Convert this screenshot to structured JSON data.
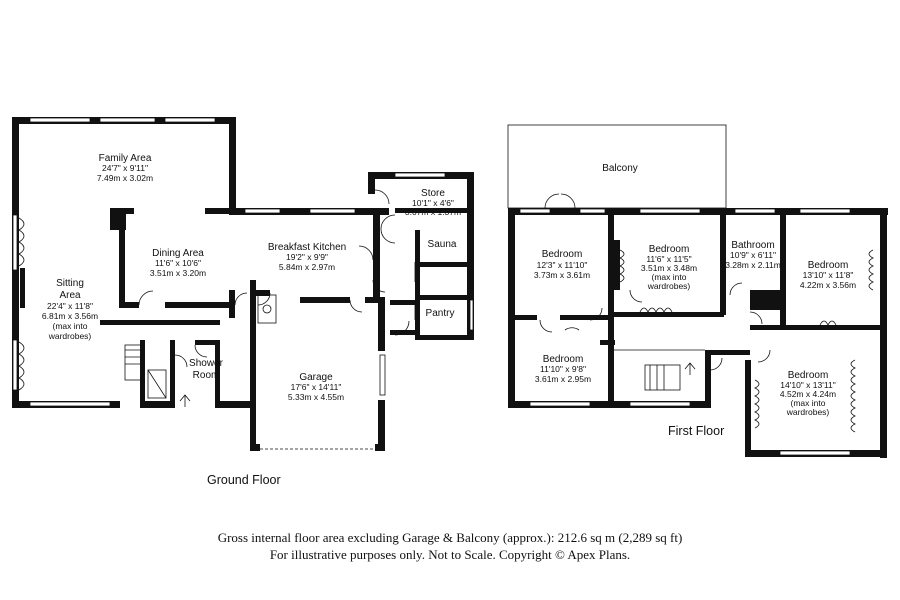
{
  "ground_floor": {
    "title": "Ground Floor",
    "rooms": [
      {
        "name": "Family Area",
        "imperial": "24'7\" x 9'11\"",
        "metric": "7.49m x 3.02m"
      },
      {
        "name": "Dining Area",
        "imperial": "11'6\" x 10'6\"",
        "metric": "3.51m x 3.20m"
      },
      {
        "name": "Sitting",
        "name2": "Area",
        "imperial": "22'4\" x 11'8\"",
        "metric": "6.81m x 3.56m",
        "note1": "(max into",
        "note2": "wardrobes)"
      },
      {
        "name": "Breakfast Kitchen",
        "imperial": "19'2\" x 9'9\"",
        "metric": "5.84m x 2.97m"
      },
      {
        "name": "Store",
        "imperial": "10'1\" x 4'6\"",
        "metric": "3.07m x 1.37m"
      },
      {
        "name": "Sauna"
      },
      {
        "name": "Pantry"
      },
      {
        "name": "Shower",
        "name2": "Room"
      },
      {
        "name": "Garage",
        "imperial": "17'6\" x 14'11\"",
        "metric": "5.33m x 4.55m"
      }
    ]
  },
  "first_floor": {
    "title": "First Floor",
    "rooms": [
      {
        "name": "Balcony"
      },
      {
        "name": "Bedroom",
        "imperial": "12'3\" x 11'10\"",
        "metric": "3.73m x 3.61m"
      },
      {
        "name": "Bedroom",
        "imperial": "11'6\" x 11'5\"",
        "metric": "3.51m x 3.48m",
        "note1": "(max into",
        "note2": "wardrobes)"
      },
      {
        "name": "Bathroom",
        "imperial": "10'9\" x 6'11\"",
        "metric": "3.28m x 2.11m"
      },
      {
        "name": "Bedroom",
        "imperial": "13'10\" x 11'8\"",
        "metric": "4.22m x 3.56m"
      },
      {
        "name": "Bedroom",
        "imperial": "11'10\" x 9'8\"",
        "metric": "3.61m x 2.95m"
      },
      {
        "name": "Bedroom",
        "imperial": "14'10\" x 13'11\"",
        "metric": "4.52m x 4.24m",
        "note1": "(max into",
        "note2": "wardrobes)"
      }
    ]
  },
  "footer": {
    "line1": "Gross internal floor area excluding Garage & Balcony (approx.): 212.6 sq m (2,289 sq ft)",
    "line2": "For illustrative purposes only. Not to Scale. Copyright © Apex Plans."
  }
}
